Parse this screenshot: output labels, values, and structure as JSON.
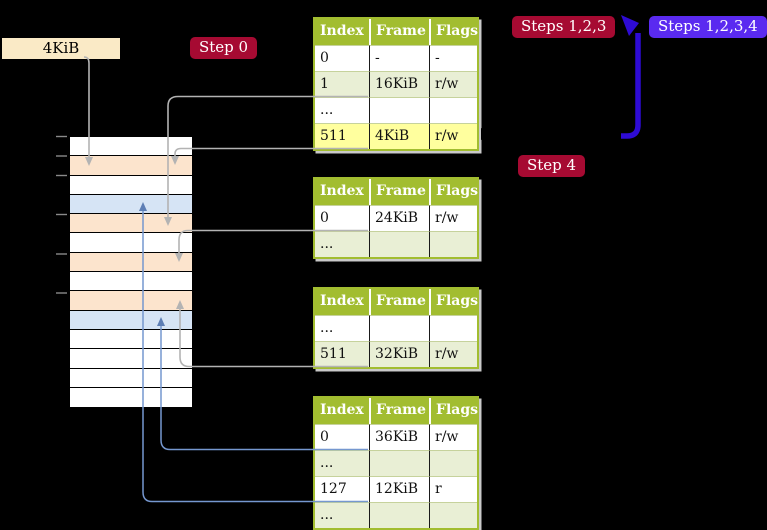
{
  "colors": {
    "table-green": "#a2bd30",
    "row-tint": "#e9efd5",
    "highlight-yellow": "#ffff9e",
    "frame-box-cream": "#faeac6",
    "badge-red": "#a60a32",
    "badge-blue": "#5a2af0",
    "arrow-gray": "#b3b3b3",
    "arrow-blue-thin": "#7597cf",
    "arrowhead-blue-thin": "#5d7eb5",
    "arrow-blue-big": "#2e0bd4",
    "mem-peach": "#fce4cd",
    "mem-blue": "#d6e4f5"
  },
  "labels": {
    "frame_box": "4KiB",
    "step0": "Step 0",
    "steps123": "Steps 1,2,3",
    "steps1234": "Steps 1,2,3,4",
    "step4": "Step 4"
  },
  "tables": [
    {
      "name": "page-table-level4",
      "headers": [
        "Index",
        "Frame",
        "Flags"
      ],
      "rows": [
        {
          "cells": [
            "0",
            "-",
            "-"
          ],
          "tint": false,
          "highlight": false
        },
        {
          "cells": [
            "1",
            "16KiB",
            "r/w"
          ],
          "tint": true,
          "highlight": false
        },
        {
          "cells": [
            "...",
            "",
            ""
          ],
          "tint": false,
          "highlight": false
        },
        {
          "cells": [
            "511",
            "4KiB",
            "r/w"
          ],
          "tint": true,
          "highlight": true
        }
      ]
    },
    {
      "name": "page-table-level3",
      "headers": [
        "Index",
        "Frame",
        "Flags"
      ],
      "rows": [
        {
          "cells": [
            "0",
            "24KiB",
            "r/w"
          ],
          "tint": false,
          "highlight": false
        },
        {
          "cells": [
            "...",
            "",
            ""
          ],
          "tint": true,
          "highlight": false
        }
      ]
    },
    {
      "name": "page-table-level2",
      "headers": [
        "Index",
        "Frame",
        "Flags"
      ],
      "rows": [
        {
          "cells": [
            "...",
            "",
            ""
          ],
          "tint": false,
          "highlight": false
        },
        {
          "cells": [
            "511",
            "32KiB",
            "r/w"
          ],
          "tint": true,
          "highlight": false
        }
      ]
    },
    {
      "name": "page-table-level1",
      "headers": [
        "Index",
        "Frame",
        "Flags"
      ],
      "rows": [
        {
          "cells": [
            "0",
            "36KiB",
            "r/w"
          ],
          "tint": false,
          "highlight": false
        },
        {
          "cells": [
            "...",
            "",
            ""
          ],
          "tint": true,
          "highlight": false
        },
        {
          "cells": [
            "127",
            "12KiB",
            "r"
          ],
          "tint": false,
          "highlight": false
        },
        {
          "cells": [
            "...",
            "",
            ""
          ],
          "tint": true,
          "highlight": false
        }
      ]
    }
  ],
  "memory": {
    "rows": [
      "white",
      "peach",
      "white",
      "blue",
      "peach",
      "white",
      "peach",
      "white",
      "peach",
      "blue",
      "white",
      "white",
      "white",
      "white"
    ]
  }
}
